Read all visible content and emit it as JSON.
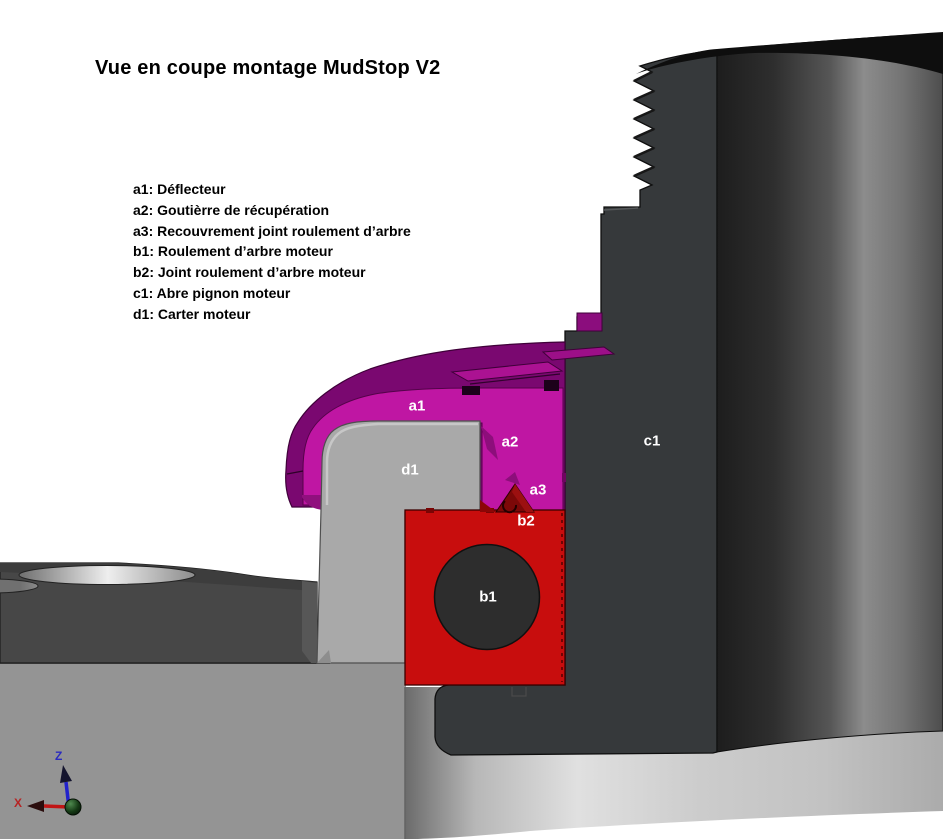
{
  "viewport": {
    "title": "Vue en coupe montage MudStop V2"
  },
  "legend": {
    "items": [
      {
        "id": "a1",
        "text": "a1: Déflecteur"
      },
      {
        "id": "a2",
        "text": "a2: Goutièrre de récupération"
      },
      {
        "id": "a3",
        "text": "a3: Recouvrement joint roulement d’arbre"
      },
      {
        "id": "b1",
        "text": "b1: Roulement d’arbre moteur"
      },
      {
        "id": "b2",
        "text": "b2: Joint roulement d’arbre moteur"
      },
      {
        "id": "c1",
        "text": "c1: Abre pignon moteur"
      },
      {
        "id": "d1",
        "text": "d1: Carter moteur"
      }
    ]
  },
  "part_labels": [
    {
      "id": "a1",
      "text": "a1"
    },
    {
      "id": "a2",
      "text": "a2"
    },
    {
      "id": "a3",
      "text": "a3"
    },
    {
      "id": "b1",
      "text": "b1"
    },
    {
      "id": "b2",
      "text": "b2"
    },
    {
      "id": "c1",
      "text": "c1"
    },
    {
      "id": "d1",
      "text": "d1"
    }
  ],
  "axis_triad": {
    "x_label": "X",
    "z_label": "Z"
  },
  "colors": {
    "deflector_magenta": "#bf16a3",
    "deflector_dark_purple": "#7a0870",
    "bearing_red": "#c80d0d",
    "seal_dark_red": "#7c0808",
    "shaft_dark_gray": "#36393b",
    "carter_light_gray": "#a9a9a9",
    "flange_dark_gray": "#474747",
    "axis_x": "#b62424",
    "axis_z": "#2a2ac0",
    "label_white": "#ffffff"
  }
}
